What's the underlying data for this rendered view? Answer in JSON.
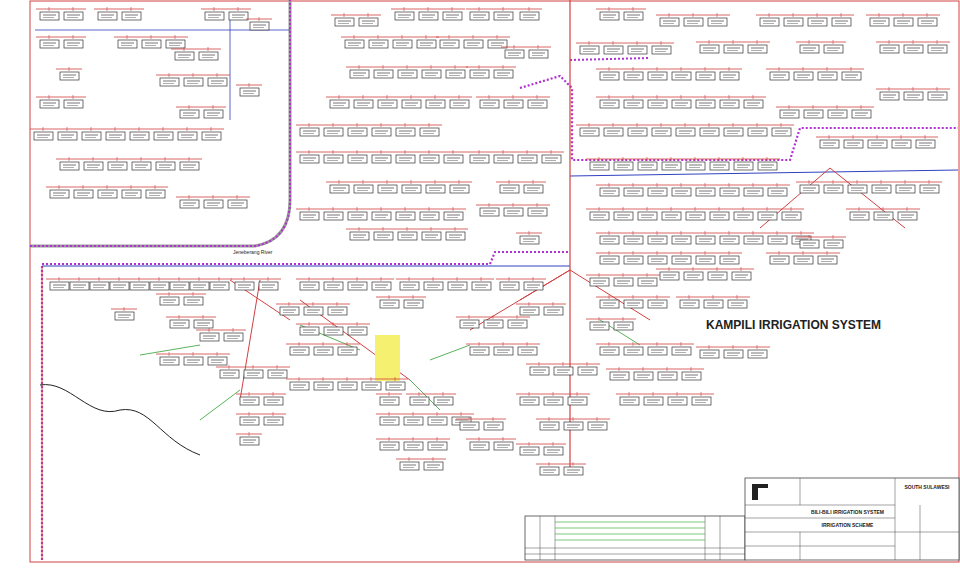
{
  "diagram": {
    "nodes": [
      {
        "text": [
          "SOUTH SULAWESI"
        ]
      },
      {
        "text": [
          "BILI-BILI IRRIGATION SYSTEM"
        ]
      },
      {
        "text": [
          "IRRIGATION SCHEME"
        ]
      }
    ],
    "labels": [
      "KAMPILI IRRIGATION SYSTEM",
      "Jeneberang River"
    ]
  }
}
